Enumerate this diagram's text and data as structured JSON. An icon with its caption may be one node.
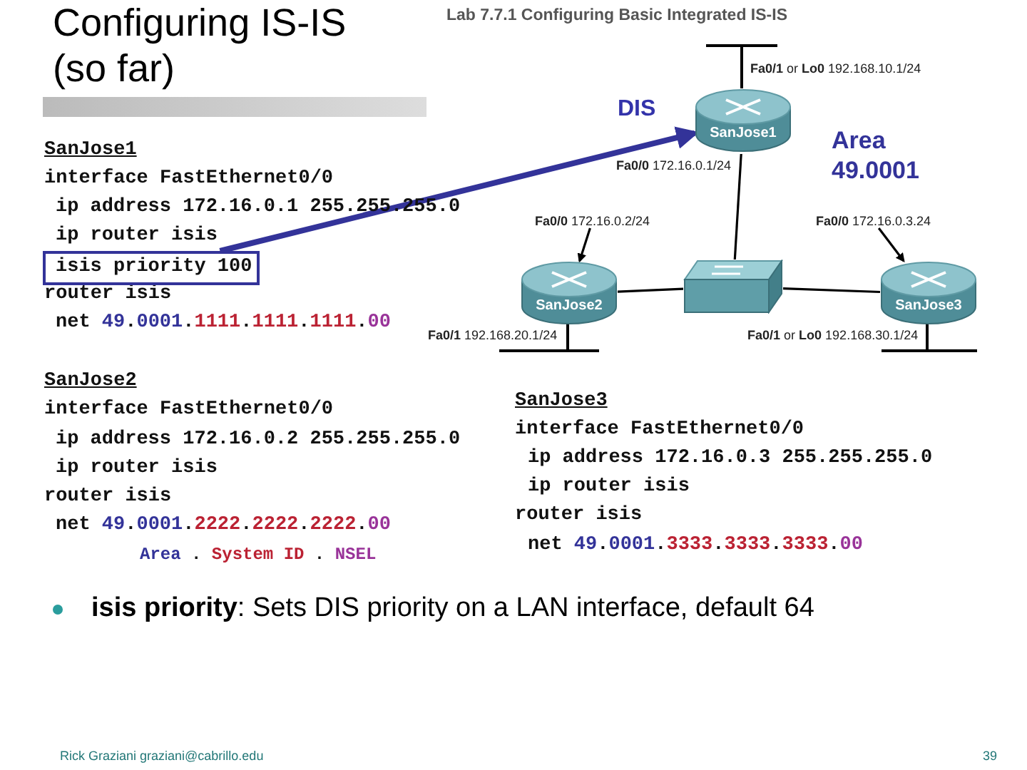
{
  "diagram": {
    "title": "Configuring IS-IS (so far)",
    "nodes": [
      {
        "text": [
          "SanJose1"
        ]
      },
      {
        "text": [],
        "shape": "box"
      },
      {
        "text": [
          "SanJose2"
        ]
      },
      {
        "text": [
          "SanJose3"
        ]
      },
      {
        "text": [
          "isis priority 100"
        ]
      },
      {
        "text": [
          "**Fa0/0** 172.16.0.2/24"
        ]
      },
      {
        "text": [
          "**Fa0/0** 172.16.0.3.24"
        ]
      }
    ],
    "edges": [
      {
        "from": 0,
        "to": 1,
        "arrow": "none"
      },
      {
        "from": 2,
        "to": 1,
        "arrow": "none"
      },
      {
        "from": 1,
        "to": 3,
        "arrow": "none"
      },
      {
        "from": 4,
        "to": 0,
        "arrow": "to",
        "style": "thick",
        "color": "#333399"
      },
      {
        "from": 5,
        "to": 2,
        "arrow": "to"
      },
      {
        "from": 6,
        "to": 3,
        "arrow": "to"
      }
    ],
    "labels": [
      "Lab 7.7.1 Configuring Basic Integrated IS-IS",
      "**Fa0/1** or **Lo0** 192.168.10.1/24",
      "DIS",
      "**Fa0/0** 172.16.0.1/24",
      "Area 49.0001",
      "SanJose1",
      "interface FastEthernet0/0",
      "ip address 172.16.0.1 255.255.255.0",
      "ip router isis",
      "router isis",
      "net 49.0001.1111.1111.1111.00",
      "**Fa0/1** 192.168.20.1/24",
      "**Fa0/1** or **Lo0** 192.168.30.1/24",
      "SanJose2",
      "interface FastEthernet0/0",
      "ip address 172.16.0.2 255.255.255.0",
      "ip router isis",
      "router isis",
      "net 49.0001.2222.2222.2222.00",
      "Area . System ID . NSEL",
      "SanJose3",
      "interface FastEthernet0/0",
      "ip address 172.16.0.3 255.255.255.0",
      "ip router isis",
      "router isis",
      "net 49.0001.3333.3333.3333.00",
      "**isis priority**: Sets DIS priority on a LAN interface, default 64",
      "Rick Graziani graziani@cabrillo.edu",
      "39"
    ]
  }
}
